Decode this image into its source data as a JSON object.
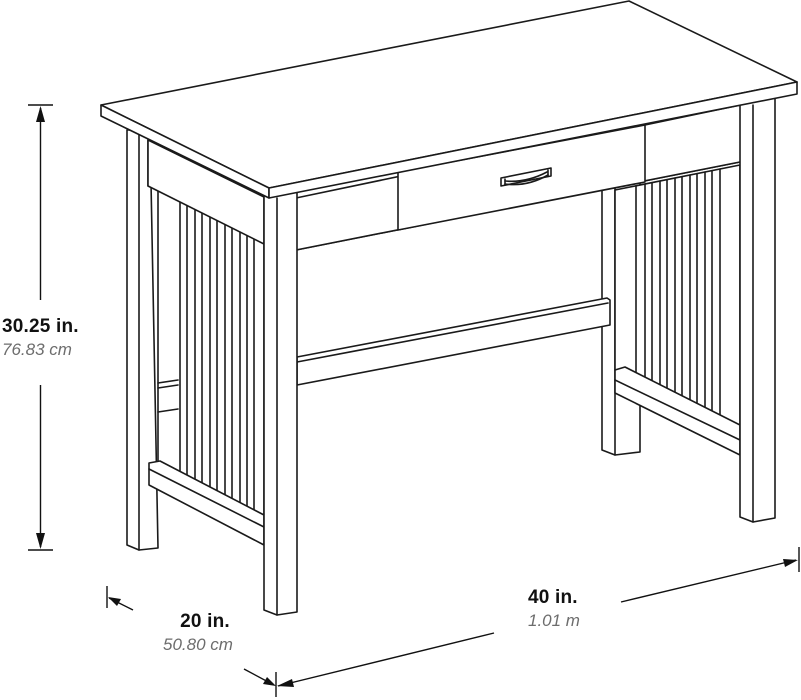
{
  "diagram": {
    "subject": "Writing desk with one center drawer and slatted mission-style side panels",
    "style": "black line-art isometric drawing on white background",
    "colors": {
      "line": "#1a1a1a",
      "background": "#ffffff",
      "metric_text": "#6d6d6d",
      "imperial_text": "#111111"
    },
    "parts": {
      "tabletop": "Rectangular desktop with thin edge",
      "drawer": "Center drawer",
      "drawer_handle": "handle-icon",
      "side_panels": "Vertical slats between legs on both sides",
      "front_stretcher": "Horizontal stretcher between front and back legs",
      "bottom_rails": "Lower side rails under slats",
      "legs": 4
    }
  },
  "dimensions": {
    "height": {
      "imperial": "30.25  in.",
      "metric": "76.83 cm"
    },
    "depth": {
      "imperial": "20 in.",
      "metric": "50.80 cm"
    },
    "width": {
      "imperial": "40 in.",
      "metric": "1.01 m"
    }
  }
}
